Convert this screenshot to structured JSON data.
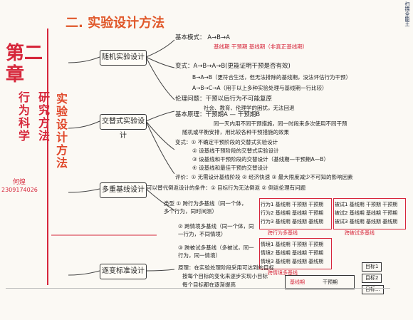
{
  "header": {
    "title": "二. 实验设计方法"
  },
  "chapter": {
    "title_line1": "第二",
    "title_line2": "章",
    "cols": [
      "研究方法",
      "行为科学",
      "实验设计方法"
    ],
    "student_name": "何煌",
    "student_id": "2309174026"
  },
  "watermark": {
    "text": "扫描全能王"
  },
  "center_column": "实验设计方法",
  "branches": [
    {
      "label": "随机实验设计",
      "items": [
        "基本模式： A→B→A",
        "基线期  干预期  基线期（非真正基线期）",
        "变式：A→B→A→B(更能证明干预是否有效)",
        "B→A→B（更符合生活，但无法排除的基线期，没法评估行为干预）",
        "A→B→C→A（用于以上多种实验处理与基线期一行比较）",
        "伦理问题：干预以后行为不可能复原",
        "社会、教育、伦理学的困扰，无法回退"
      ]
    },
    {
      "label": "交替式实验设计",
      "items": [
        "基本原理：干预期A — 干预期B",
        "同一天内用不同干预措施，同一时段来多次使用不同干预",
        "随机或平衡安排，用比较各种干预措施的效果",
        "变式：① 不确定干预阶段的交替式实验设计",
        "② 设基线干预阶段的交替式实验设计",
        "③ 设基线和干预阶段的交替设计（基线期—干预期A—B）",
        "④ 设基线和最佳干预的交替设计",
        "评价：① 无需设计基线阶段 ② 经济快速 ③ 最大限度减少不可知的影响因素"
      ]
    },
    {
      "label": "多重基线设计",
      "items": [
        "可以替代倒返设计的条件：① 目标行为无法倒返 ② 倒返伦理有问题",
        "类型  ① 跨行为多基线（同一个体，多个行为，同时间测）",
        "② 跨情境多基线（同一个体，同一行为，不同情境）",
        "③ 跨被试多基线（多被试，同一行为，同一情境）"
      ]
    },
    {
      "label": "逐变标准设计",
      "items": [
        "原理：在实验处理阶段采用可达到的目标",
        "按每个目标的变化来逐步实现小目标",
        "每个目标都在逐渐提高"
      ]
    }
  ],
  "tables": {
    "cross_behavior": {
      "title": "跨行为多基线",
      "rows": [
        [
          "行为1",
          "基线期",
          "干预期",
          "干预期"
        ],
        [
          "行为2",
          "基线期",
          "基线期",
          "干预期"
        ],
        [
          "行为3",
          "基线期",
          "基线期",
          "基线期"
        ]
      ]
    },
    "cross_subject": {
      "title": "跨被试多基线",
      "rows": [
        [
          "被试1",
          "基线期",
          "干预期",
          "干预期"
        ],
        [
          "被试2",
          "基线期",
          "基线期",
          "干预期"
        ],
        [
          "被试3",
          "基线期",
          "基线期",
          "基线期"
        ]
      ]
    },
    "cross_context": {
      "title": "跨情境多基线",
      "rows": [
        [
          "情境1",
          "基线期",
          "干预期",
          "干预期"
        ],
        [
          "情境2",
          "基线期",
          "基线期",
          "干预期"
        ],
        [
          "情境3",
          "基线期",
          "基线期",
          "基线期"
        ]
      ]
    },
    "changing": {
      "cells": [
        "基线期",
        "干预期"
      ],
      "targets": [
        "目标1",
        "目标2",
        "目标..."
      ]
    }
  }
}
